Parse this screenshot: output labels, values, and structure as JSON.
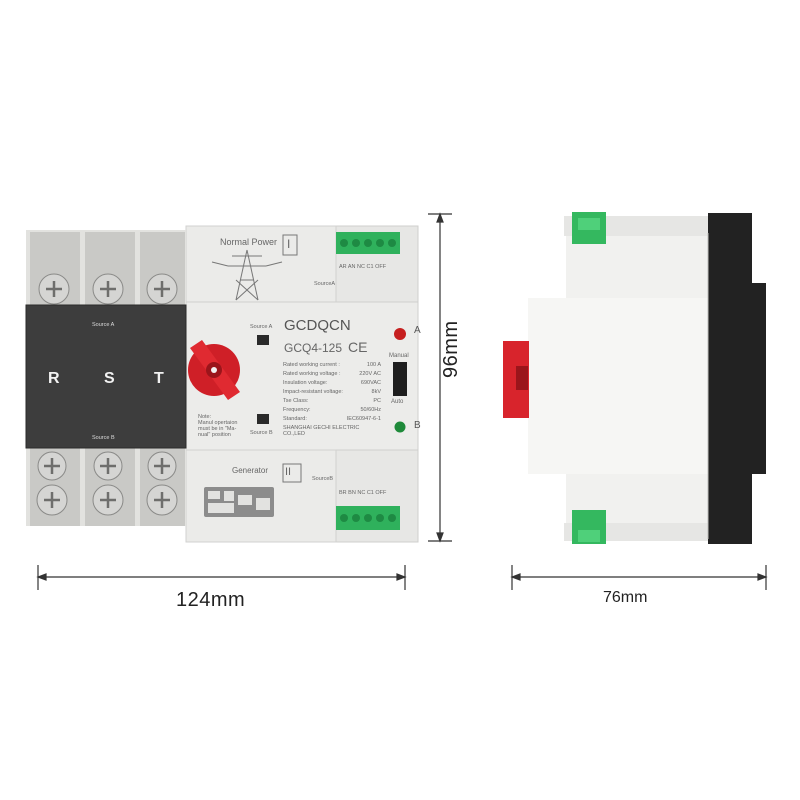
{
  "dimensions": {
    "width_front": "124mm",
    "height": "96mm",
    "depth": "76mm"
  },
  "front": {
    "top_label": "Normal Power",
    "top_roman": "I",
    "top_terminals": [
      "AR",
      "AN",
      "NC",
      "C1",
      "OFF"
    ],
    "top_source": "SourceA",
    "phases": [
      "R",
      "S",
      "T"
    ],
    "source_a_label": "Source A",
    "source_b_label": "Source B",
    "brand": "GCDQCN",
    "model": "GCQ4-125",
    "ce_mark": "CE",
    "indicator_a": "A",
    "indicator_b": "B",
    "switch_manual": "Manual",
    "switch_auto": "Auto",
    "window_a": "Source A",
    "window_b": "Source B",
    "note_text": "Note:\nManul opertaion\nmust be in \"Ma-\nnual\" position",
    "specs": [
      {
        "label": "Rated working current :",
        "value": "100 A"
      },
      {
        "label": "Rated working voltage :",
        "value": "220V AC"
      },
      {
        "label": "Insulation voltage:",
        "value": "690VAC"
      },
      {
        "label": "Impact-resistant voltage:",
        "value": "8kV"
      },
      {
        "label": "Tse Class:",
        "value": "PC"
      },
      {
        "label": "Frequency:",
        "value": "50/60Hz"
      },
      {
        "label": "Standard:",
        "value": "IEC60947-6-1"
      }
    ],
    "maker": "SHANGHAI GECHI ELECTRIC CO.,LED",
    "bottom_label": "Generator",
    "bottom_roman": "II",
    "bottom_terminals": [
      "BR",
      "BN",
      "NC",
      "C1",
      "OFF"
    ],
    "bottom_source": "SourceB"
  },
  "colors": {
    "body": "#e9e9e7",
    "black_cover": "#3b3b3b",
    "terminal_green": "#2fb15c",
    "handle_red": "#d8242c",
    "led_red": "#c61f1f",
    "led_green": "#1f8a3a"
  }
}
